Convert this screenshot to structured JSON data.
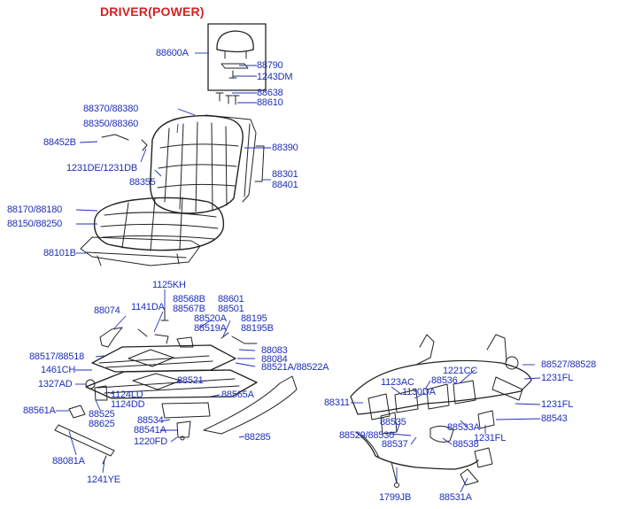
{
  "title": "DRIVER(POWER)",
  "colors": {
    "title": "#d42020",
    "labels": "#1f2fb8",
    "lines": "#1f2fb8",
    "parts": "#222222"
  },
  "labels": [
    "88600A",
    "88790",
    "1243DM",
    "88638",
    "88610",
    "88370/88380",
    "88350/88360",
    "88452B",
    "88390",
    "1231DE/1231DB",
    "88301",
    "88401",
    "88355",
    "88170/88180",
    "88150/88250",
    "88101B",
    "1125KH",
    "88568B",
    "88567B",
    "88601",
    "88501",
    "88074",
    "1141DA",
    "88520A",
    "88519A",
    "88195",
    "88195B",
    "88517/88518",
    "1461CH",
    "1327AD",
    "88083",
    "88084",
    "88521A/88522A",
    "1124LD",
    "1124DD",
    "88521",
    "88565A",
    "88561A",
    "88525",
    "88625",
    "88534",
    "88541A",
    "1220FD",
    "88081A",
    "88285",
    "1241YE",
    "88311",
    "1123AC",
    "88536",
    "1221CC",
    "1130DA",
    "88527/88528",
    "1231FL",
    "1231FL",
    "88543",
    "88535",
    "88529/88530",
    "88533A",
    "1231FL",
    "88537",
    "88538",
    "1799JB",
    "88531A"
  ]
}
